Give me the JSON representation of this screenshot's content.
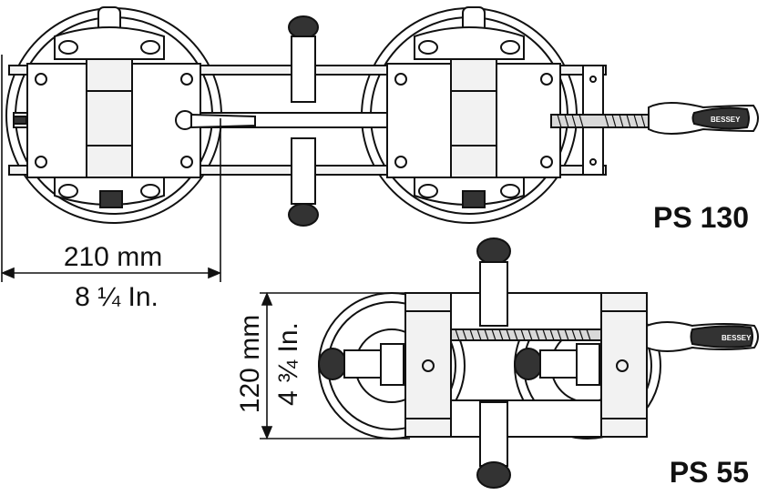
{
  "labels": {
    "top_model": "PS 130",
    "top_width_mm": "210 mm",
    "top_width_in": "8 ¼ In.",
    "bottom_model": "PS 55",
    "bottom_height_mm": "120 mm",
    "bottom_height_in": "4 ¾ In.",
    "brand_top": "BESSEY",
    "brand_bottom": "BESSEY"
  },
  "colors": {
    "line": "#111111",
    "fill_light": "#f2f2f2",
    "fill_mid": "#d9d9d9",
    "fill_dark": "#333333",
    "background": "#ffffff"
  }
}
